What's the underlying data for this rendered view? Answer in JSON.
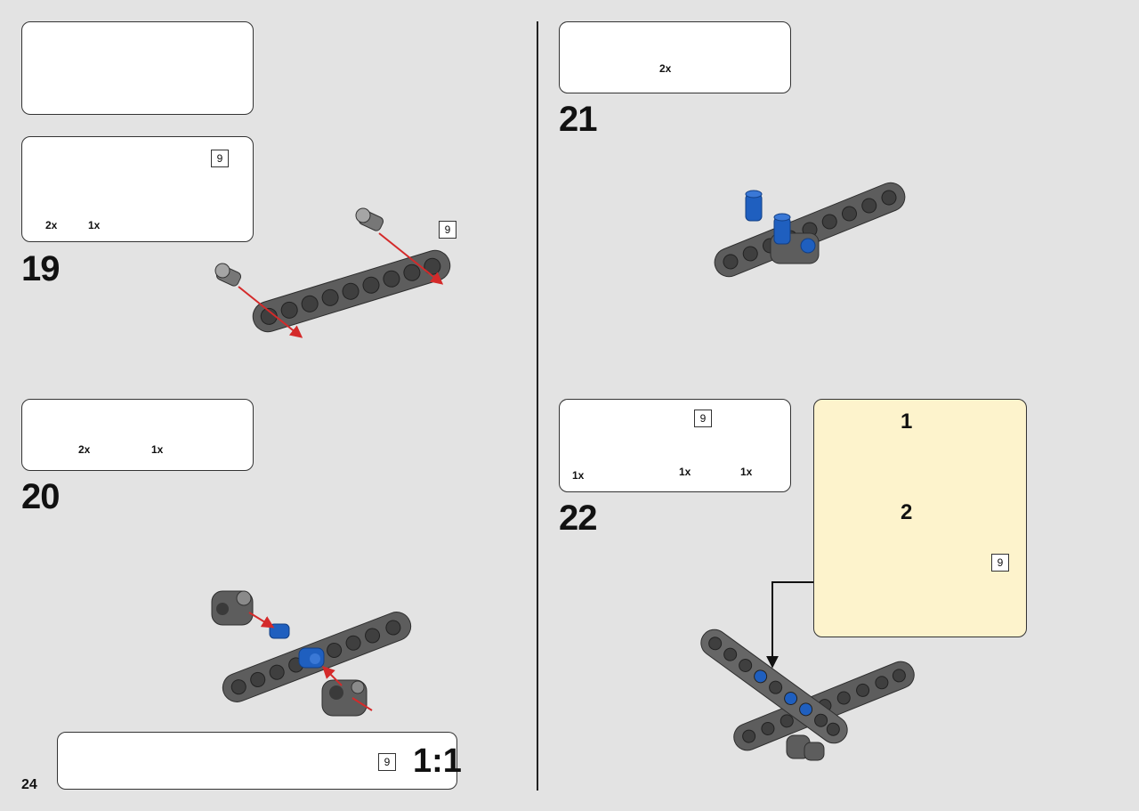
{
  "page_number": "24",
  "colors": {
    "background": "#e3e3e3",
    "beam_gray": "#5d5d5d",
    "pin_blue": "#1f5fbf",
    "arrow_red": "#d42a2a",
    "callout_yellow": "#fdf3cc"
  },
  "steps": {
    "s19": {
      "number": "19",
      "parts": [
        {
          "qty": "2x"
        },
        {
          "qty": "1x"
        }
      ],
      "beam_length": "9",
      "model_beam_length": "9"
    },
    "s20": {
      "number": "20",
      "parts": [
        {
          "qty": "2x"
        },
        {
          "qty": "1x"
        }
      ]
    },
    "s21": {
      "number": "21",
      "parts": [
        {
          "qty": "2x"
        }
      ]
    },
    "s22": {
      "number": "22",
      "parts": [
        {
          "qty": "1x"
        },
        {
          "qty": "1x"
        },
        {
          "qty": "1x"
        }
      ],
      "beam_length": "9",
      "callout": {
        "sub1": "1",
        "sub2": "2",
        "beam_length": "9"
      }
    }
  },
  "scale_ruler": {
    "length": "9",
    "label": "1:1",
    "holes": 9
  }
}
